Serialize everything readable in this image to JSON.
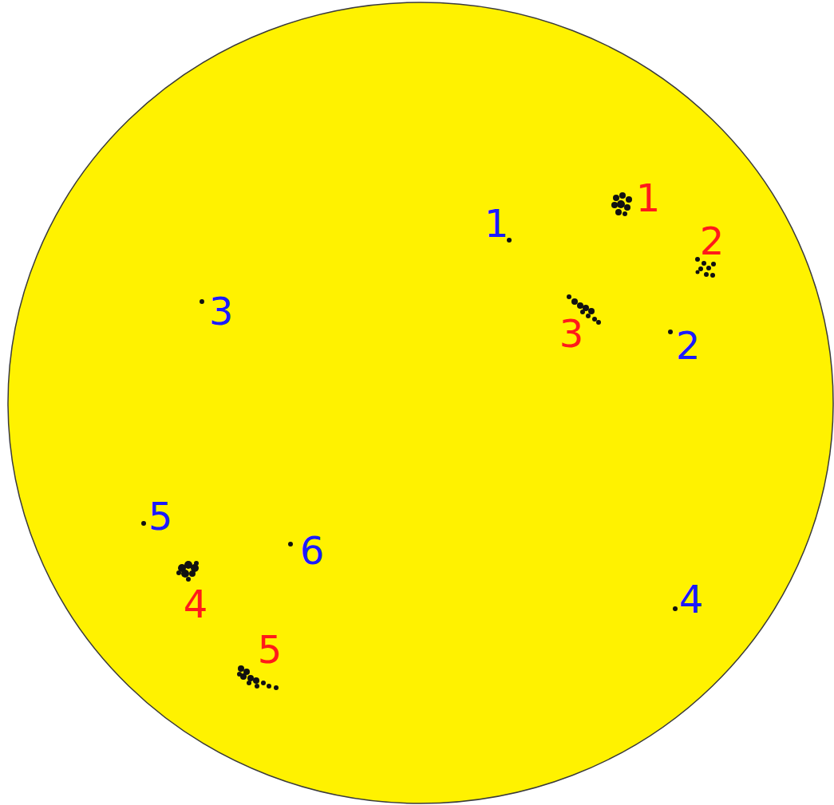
{
  "diagram": {
    "labels": [
      "1",
      "1",
      "2",
      "3",
      "3",
      "2",
      "5",
      "6",
      "4",
      "4",
      "5"
    ]
  }
}
